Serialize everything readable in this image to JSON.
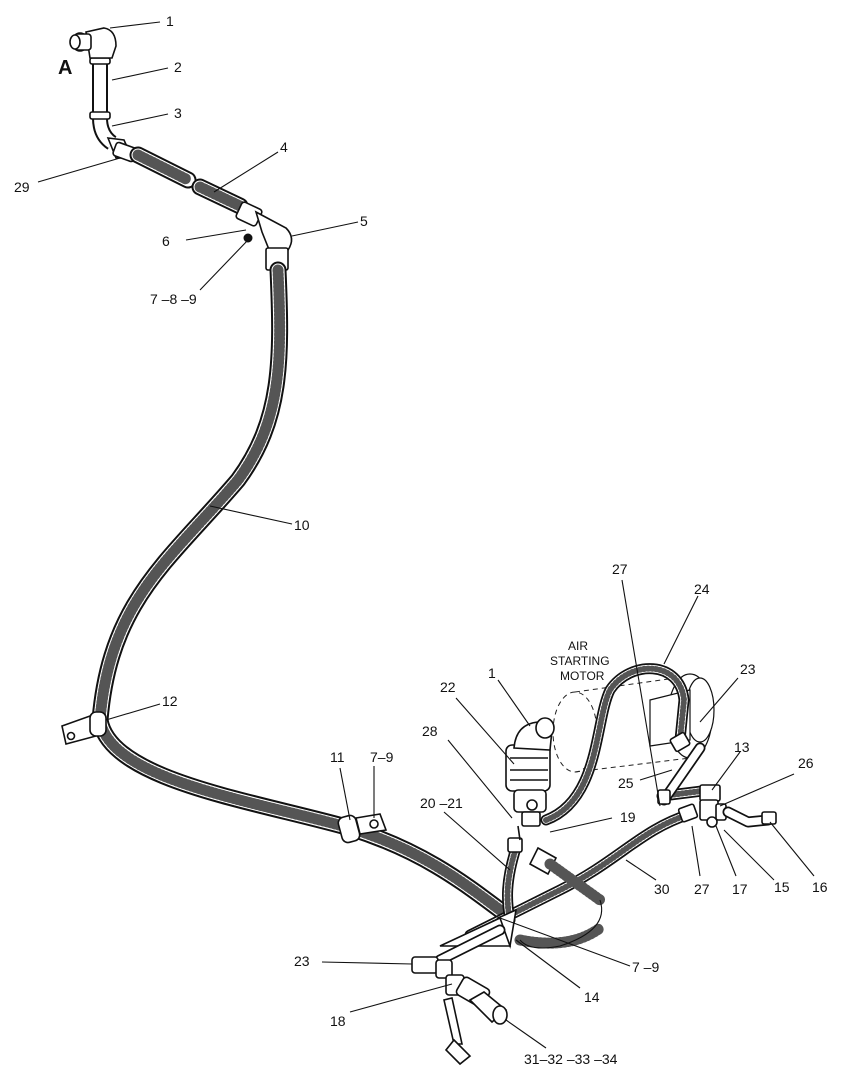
{
  "view_letter": "A",
  "motor_label": {
    "line1": "AIR",
    "line2": "STARTING",
    "line3": "MOTOR"
  },
  "callouts": {
    "c1_top": "1",
    "c2": "2",
    "c3": "3",
    "c4": "4",
    "c5": "5",
    "c6": "6",
    "c789": "7 –8 –9",
    "c29": "29",
    "c10": "10",
    "c12": "12",
    "c11": "11",
    "c79_a": "7–9",
    "c1_mid": "1",
    "c22": "22",
    "c28": "28",
    "c2021": "20 –21",
    "c19": "19",
    "c27_top": "27",
    "c24": "24",
    "c23_top": "23",
    "c13": "13",
    "c26": "26",
    "c25": "25",
    "c30": "30",
    "c27_bot": "27",
    "c17": "17",
    "c15": "15",
    "c16": "16",
    "c23_bot": "23",
    "c18": "18",
    "c14": "14",
    "c79_b": "7 –9",
    "c31": "31–32 –33 –34"
  }
}
